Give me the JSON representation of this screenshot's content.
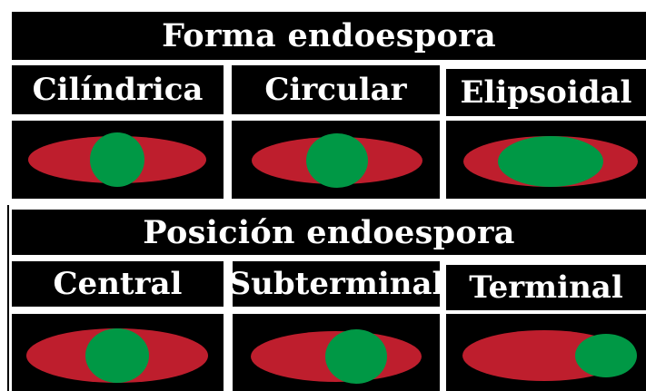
{
  "colors": {
    "background": "#000000",
    "cell_body": "#be1e2d",
    "endospore": "#009845",
    "text": "#ffffff"
  },
  "sections": [
    {
      "title": "Forma endoespora",
      "items": [
        {
          "label": "Cilíndrica",
          "spore": "cylindrical-central"
        },
        {
          "label": "Circular",
          "spore": "circular-central"
        },
        {
          "label": "Elipsoidal",
          "spore": "ellipsoidal-central"
        }
      ]
    },
    {
      "title": "Posición endoespora",
      "items": [
        {
          "label": "Central",
          "spore": "central"
        },
        {
          "label": "Subterminal",
          "spore": "subterminal"
        },
        {
          "label": "Terminal",
          "spore": "terminal"
        }
      ]
    }
  ]
}
